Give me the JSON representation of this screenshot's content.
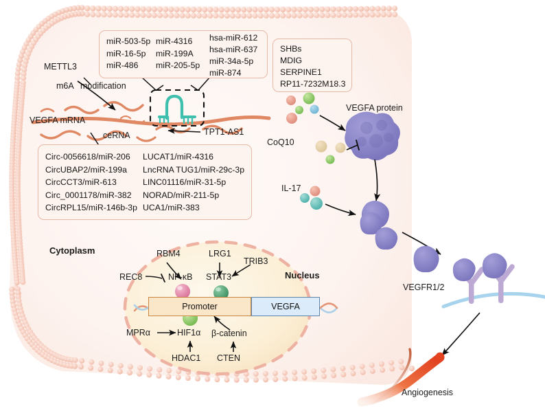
{
  "diagram": {
    "title": "VEGFA regulatory network and angiogenesis pathway",
    "compartments": {
      "cytoplasm_label": "Cytoplasm",
      "nucleus_label": "Nucleus"
    },
    "colors": {
      "membrane_bead": "#f4c4b4",
      "cell_fill": "#fdf2ee",
      "nucleus_fill": "#fdf0d9",
      "nucleus_border": "#eeb2a2",
      "mrna": "#e08763",
      "mirna_hairpin": "#3fbfae",
      "protein_purple": "#8a86c8",
      "receptor_purple": "#b9a8d0",
      "vessel_red": "#e8502a",
      "panel_fill": "#fdf3ef",
      "panel_border": "#e6b9a6",
      "promoter_fill": "#fae6c8",
      "promoter_border": "#c9853d",
      "gene_fill": "#dcebf9",
      "gene_border": "#5e86ad",
      "membrane_blue": "#a7d4ec",
      "nfkb_sphere": "#e090ae",
      "stat3_sphere": "#4f9e6e",
      "hif1a_sphere": "#8cc96a"
    },
    "mirna_panel": {
      "col1": [
        "miR-503-5p",
        "miR-16-5p",
        "miR-486"
      ],
      "col2": [
        "miR-4316",
        "miR-199A",
        "miR-205-5p"
      ],
      "col3": [
        "hsa-miR-612",
        "hsa-miR-637",
        "miR-34a-5p",
        "miR-874"
      ]
    },
    "gene_panel": {
      "items": [
        "SHBs",
        "MDIG",
        "SERPINE1",
        "RP11-7232M18.3"
      ]
    },
    "cerna_panel": {
      "col1": [
        "Circ-0056618/miR-206",
        "CircUBAP2/miR-199a",
        "CircCCT3/miR-613",
        "Circ_0001178/miR-382",
        "CircRPL15/miR-146b-3p"
      ],
      "col2": [
        "LUCAT1/miR-4316",
        "LncRNA TUG1/miR-29c-3p",
        "LINC01116/miR-31-5p",
        "NORAD/miR-211-5p",
        "UCA1/miR-383"
      ]
    },
    "labels": {
      "mettl3": "METTL3",
      "m6a": "m6A",
      "modification": "modification",
      "vegfa_mrna": "VEGFA mRNA",
      "cerna": "ceRNA",
      "tpt1as1": "TPT1-AS1",
      "vegfa_protein": "VEGFA protein",
      "coq10": "CoQ10",
      "il17": "IL-17",
      "vegfr": "VEGFR1/2",
      "angiogenesis": "Angiogenesis"
    },
    "nucleus": {
      "rbm4": "RBM4",
      "rec8": "REC8",
      "nfkb": "NF-κB",
      "lrg1": "LRG1",
      "trib3": "TRIB3",
      "stat3": "STAT3",
      "mpralpha": "MPRα",
      "hif1a": "HIF1α",
      "hdac1": "HDAC1",
      "bcatenin": "β-catenin",
      "cten": "CTEN",
      "promoter": "Promoter",
      "vegfa_gene": "VEGFA"
    }
  }
}
